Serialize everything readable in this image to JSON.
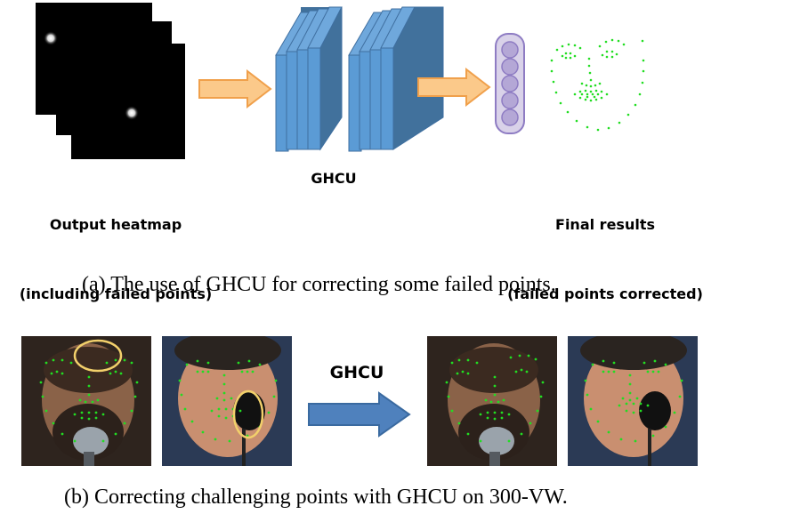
{
  "part_a": {
    "heatmap_label_line1": "Output heatmap",
    "heatmap_label_line2": "(including failed points)",
    "ghcu_label": "GHCU",
    "results_label_line1": "Final results",
    "results_label_line2": "(failed points corrected)",
    "caption": "(a)  The use of GHCU for correcting some failed points."
  },
  "part_b": {
    "arrow_label": "GHCU",
    "caption": "(b)  Correcting challenging points with GHCU on 300-VW."
  },
  "colors": {
    "layer_front": "#5b9bd5",
    "layer_side": "#41719c",
    "arrow_fill": "#fbc98a",
    "arrow_stroke": "#f0a04b",
    "neuron_fill": "#b4a7d6",
    "neuron_stroke": "#8e7cc3",
    "landmark": "#22dd22",
    "ellipse": "#f2d06b",
    "blue_arrow": "#4f81bd"
  }
}
